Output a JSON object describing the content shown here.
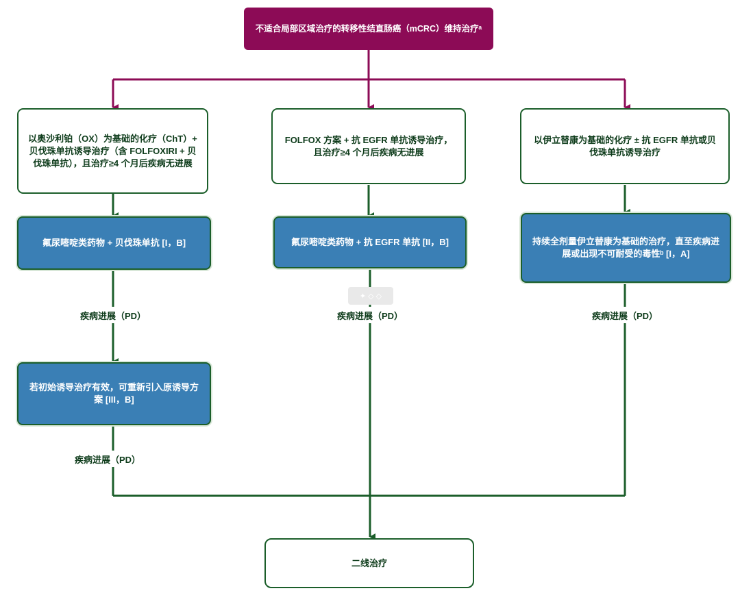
{
  "top": "不适合局部区域治疗的转移性结直肠癌（mCRC）维持治疗ᵃ",
  "col1": {
    "induction": "以奥沙利铂（OX）为基础的化疗（ChT）+ 贝伐珠单抗诱导治疗（含 FOLFOXIRI + 贝伐珠单抗），且治疗≥4 个月后疾病无进展",
    "maintenance": "氟尿嘧啶类药物 + 贝伐珠单抗 [I，B]",
    "pd1": "疾病进展（PD）",
    "reintro": "若初始诱导治疗有效，可重新引入原诱导方案 [III，B]",
    "pd2": "疾病进展（PD）"
  },
  "col2": {
    "induction": "FOLFOX 方案 + 抗 EGFR 单抗诱导治疗，且治疗≥4 个月后疾病无进展",
    "maintenance": "氟尿嘧啶类药物 + 抗 EGFR 单抗 [II，B]",
    "pd": "疾病进展（PD）"
  },
  "col3": {
    "induction": "以伊立替康为基础的化疗 ± 抗 EGFR 单抗或贝伐珠单抗诱导治疗",
    "maintenance": "持续全剂量伊立替康为基础的治疗，直至疾病进展或出现不可耐受的毒性ᵇ [I，A]",
    "pd": "疾病进展（PD）"
  },
  "bottom": "二线治疗",
  "colors": {
    "top": "#8c0b56",
    "green": "#1b5e2a",
    "blue": "#3a7fb5"
  }
}
